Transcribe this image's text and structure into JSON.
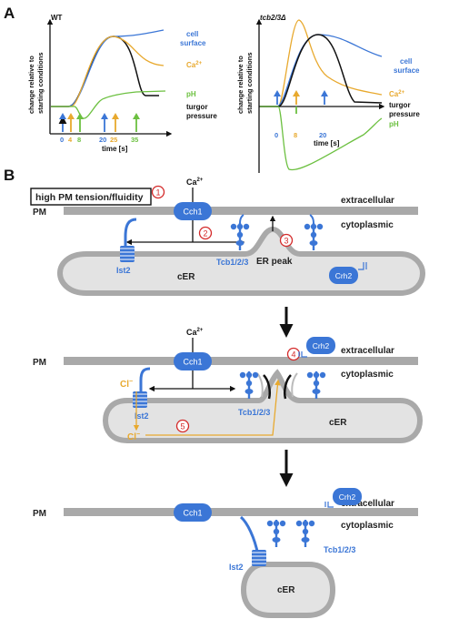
{
  "panel_a": {
    "letter": "A",
    "left": {
      "title": "WT",
      "ylabel_line1": "change relative to",
      "ylabel_line2": "starting conditions",
      "xlabel": "time [s]",
      "ticks": [
        "0",
        "4",
        "8",
        "20",
        "25",
        "35"
      ],
      "legend": {
        "cell_surface_1": "cell",
        "cell_surface_2": "surface",
        "ca": "Ca",
        "ca_sup": "2+",
        "ph": "pH",
        "turgor_1": "turgor",
        "turgor_2": "pressure"
      }
    },
    "right": {
      "title": "tcb2/3Δ",
      "ylabel_line1": "change relative to",
      "ylabel_line2": "starting conditions",
      "xlabel": "time [s]",
      "ticks": [
        "0",
        "8",
        "20"
      ],
      "legend": {
        "cell_surface_1": "cell",
        "cell_surface_2": "surface",
        "ca": "Ca",
        "ca_sup": "2+",
        "turgor_1": "turgor",
        "turgor_2": "pressure",
        "ph": "pH"
      }
    }
  },
  "panel_b": {
    "letter": "B",
    "trigger_box": "high PM tension/fluidity",
    "markers": [
      "1",
      "2",
      "3",
      "4",
      "5"
    ],
    "labels": {
      "pm": "PM",
      "extracellular": "extracellular",
      "cytoplasmic": "cytoplasmic",
      "ca": "Ca",
      "ca_sup": "2+",
      "cch1": "Cch1",
      "ist2": "Ist2",
      "tcb": "Tcb1/2/3",
      "crh2": "Crh2",
      "cer": "cER",
      "er_peak": "ER peak",
      "cl": "Cl",
      "cl_sup": "−"
    }
  },
  "colors": {
    "blue": "#3b76d6",
    "orange": "#e8a92e",
    "green": "#6cc040",
    "red": "#d42a2a",
    "membrane": "#a9a9a9",
    "cer_fill": "#e3e3e3"
  }
}
